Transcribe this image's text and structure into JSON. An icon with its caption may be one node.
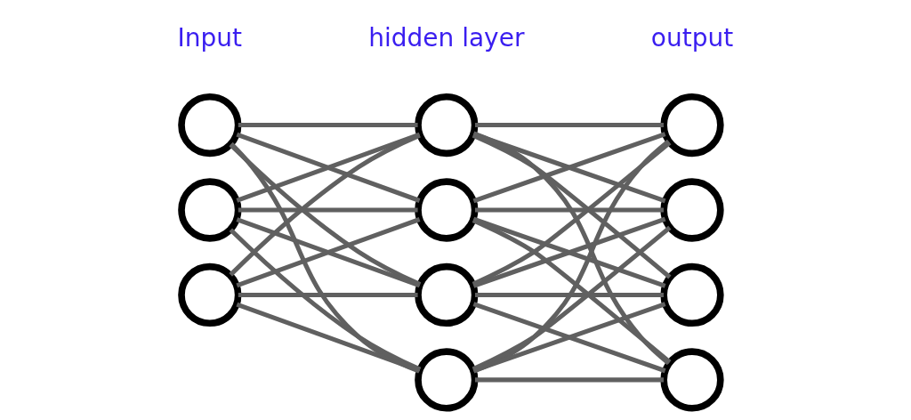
{
  "diagram": {
    "nodes": [
      {
        "text": [],
        "shape": "circle"
      },
      {
        "text": [],
        "shape": "circle"
      },
      {
        "text": [],
        "shape": "circle"
      },
      {
        "text": [],
        "shape": "circle"
      },
      {
        "text": [],
        "shape": "circle"
      },
      {
        "text": [],
        "shape": "circle"
      },
      {
        "text": [],
        "shape": "circle"
      },
      {
        "text": [],
        "shape": "circle"
      },
      {
        "text": [],
        "shape": "circle"
      },
      {
        "text": [],
        "shape": "circle"
      },
      {
        "text": [],
        "shape": "circle"
      }
    ],
    "edges": [
      {
        "from": 0,
        "to": 3,
        "arrow": "none"
      },
      {
        "from": 0,
        "to": 4,
        "arrow": "none"
      },
      {
        "from": 0,
        "to": 5,
        "arrow": "none"
      },
      {
        "from": 0,
        "to": 6,
        "arrow": "none"
      },
      {
        "from": 1,
        "to": 3,
        "arrow": "none"
      },
      {
        "from": 1,
        "to": 4,
        "arrow": "none"
      },
      {
        "from": 1,
        "to": 5,
        "arrow": "none"
      },
      {
        "from": 1,
        "to": 6,
        "arrow": "none"
      },
      {
        "from": 2,
        "to": 3,
        "arrow": "none"
      },
      {
        "from": 2,
        "to": 4,
        "arrow": "none"
      },
      {
        "from": 2,
        "to": 5,
        "arrow": "none"
      },
      {
        "from": 2,
        "to": 6,
        "arrow": "none"
      },
      {
        "from": 3,
        "to": 7,
        "arrow": "none"
      },
      {
        "from": 3,
        "to": 8,
        "arrow": "none"
      },
      {
        "from": 3,
        "to": 9,
        "arrow": "none"
      },
      {
        "from": 3,
        "to": 10,
        "arrow": "none"
      },
      {
        "from": 4,
        "to": 7,
        "arrow": "none"
      },
      {
        "from": 4,
        "to": 8,
        "arrow": "none"
      },
      {
        "from": 4,
        "to": 9,
        "arrow": "none"
      },
      {
        "from": 4,
        "to": 10,
        "arrow": "none"
      },
      {
        "from": 5,
        "to": 7,
        "arrow": "none"
      },
      {
        "from": 5,
        "to": 8,
        "arrow": "none"
      },
      {
        "from": 5,
        "to": 9,
        "arrow": "none"
      },
      {
        "from": 5,
        "to": 10,
        "arrow": "none"
      },
      {
        "from": 6,
        "to": 7,
        "arrow": "none"
      },
      {
        "from": 6,
        "to": 8,
        "arrow": "none"
      },
      {
        "from": 6,
        "to": 9,
        "arrow": "none"
      },
      {
        "from": 6,
        "to": 10,
        "arrow": "none"
      }
    ],
    "labels": [
      "Input",
      "hidden layer",
      "output"
    ]
  }
}
